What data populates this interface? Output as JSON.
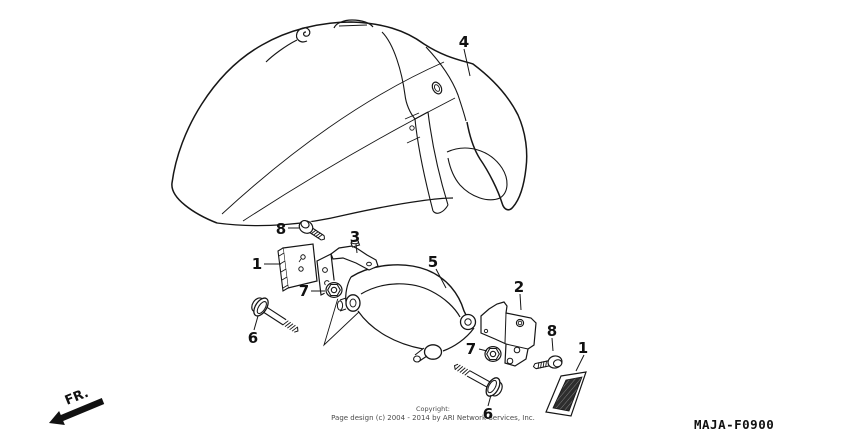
{
  "diagram": {
    "part_code": "MAJA-F0900",
    "direction_indicator": "FR.",
    "copyright": {
      "line1": "Copyright:",
      "line2": "Page design (c) 2004 - 2014 by ARI Network Services, Inc."
    },
    "callouts": [
      {
        "label": "4"
      },
      {
        "label": "8"
      },
      {
        "label": "1"
      },
      {
        "label": "3"
      },
      {
        "label": "7"
      },
      {
        "label": "5"
      },
      {
        "label": "6"
      },
      {
        "label": "2"
      },
      {
        "label": "7"
      },
      {
        "label": "8"
      },
      {
        "label": "1"
      },
      {
        "label": "6"
      }
    ]
  }
}
